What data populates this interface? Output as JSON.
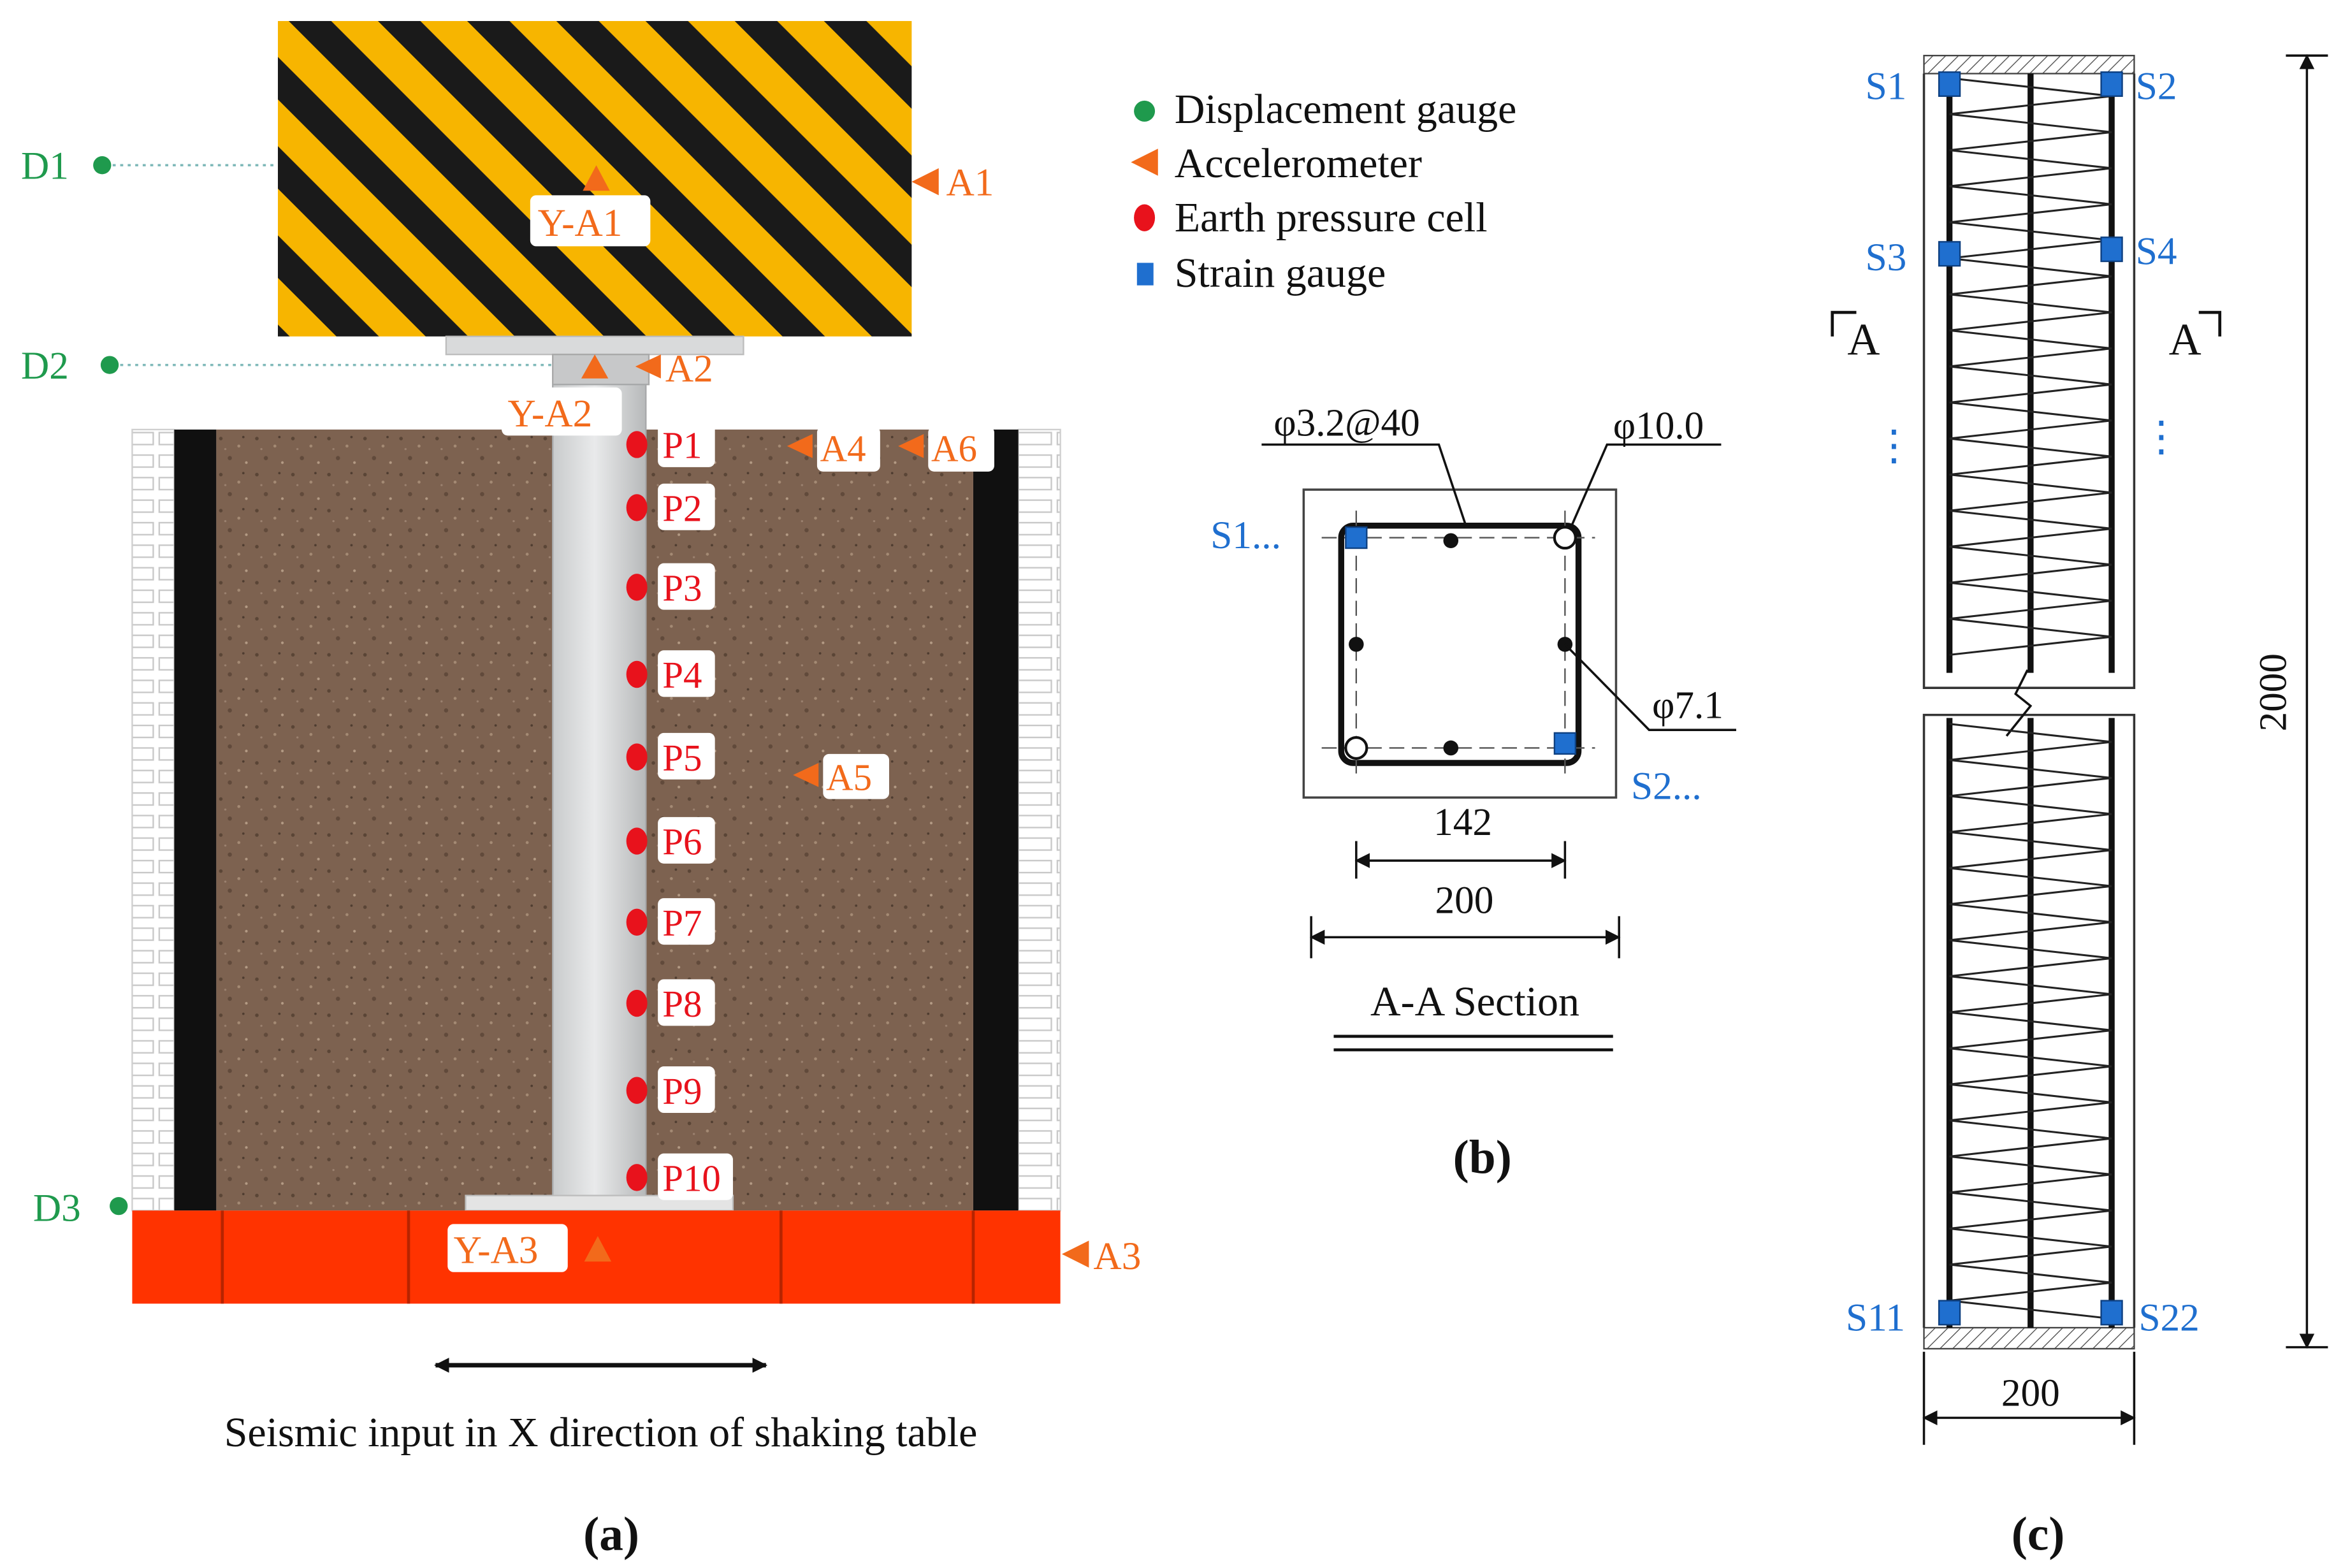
{
  "colors": {
    "displacement": "#1f9a4d",
    "accelerometer": "#f26a1b",
    "pressure": "#e8121c",
    "strain": "#1f6fcf",
    "hazard_yellow": "#f7b500",
    "hazard_black": "#1a1a1a",
    "soil": "#7d6250",
    "base_plate": "#ff3300"
  },
  "legend": {
    "items": [
      {
        "icon": "green-dot-icon",
        "label": "Displacement gauge"
      },
      {
        "icon": "orange-triangle-icon",
        "label": "Accelerometer"
      },
      {
        "icon": "red-oval-icon",
        "label": "Earth pressure cell"
      },
      {
        "icon": "blue-square-icon",
        "label": "Strain gauge"
      }
    ]
  },
  "panel_a": {
    "caption": "(a)",
    "input_text": "Seismic input in X direction of shaking table",
    "displacement": [
      "D1",
      "D2",
      "D3"
    ],
    "accelerometers": [
      "A1",
      "A2",
      "A3",
      "A4",
      "A5",
      "A6"
    ],
    "vertical_accelerometers": [
      "Y-A1",
      "Y-A2",
      "Y-A3"
    ],
    "pressure_cells": [
      "P1",
      "P2",
      "P3",
      "P4",
      "P5",
      "P6",
      "P7",
      "P8",
      "P9",
      "P10"
    ]
  },
  "panel_b": {
    "caption": "(b)",
    "stirrup": "φ3.2@40",
    "corner_bar": "φ10.0",
    "middle_bar": "φ7.1",
    "strain_left": "S1...",
    "strain_right": "S2...",
    "inner_dim": "142",
    "outer_dim": "200",
    "section_title": "A-A Section"
  },
  "panel_c": {
    "caption": "(c)",
    "strain_labels": [
      "S1",
      "S2",
      "S3",
      "S4",
      "S11",
      "S22"
    ],
    "section_mark_left": "A",
    "section_mark_right": "A",
    "ellipsis": "⋮",
    "height_dim": "2000",
    "width_dim": "200"
  }
}
